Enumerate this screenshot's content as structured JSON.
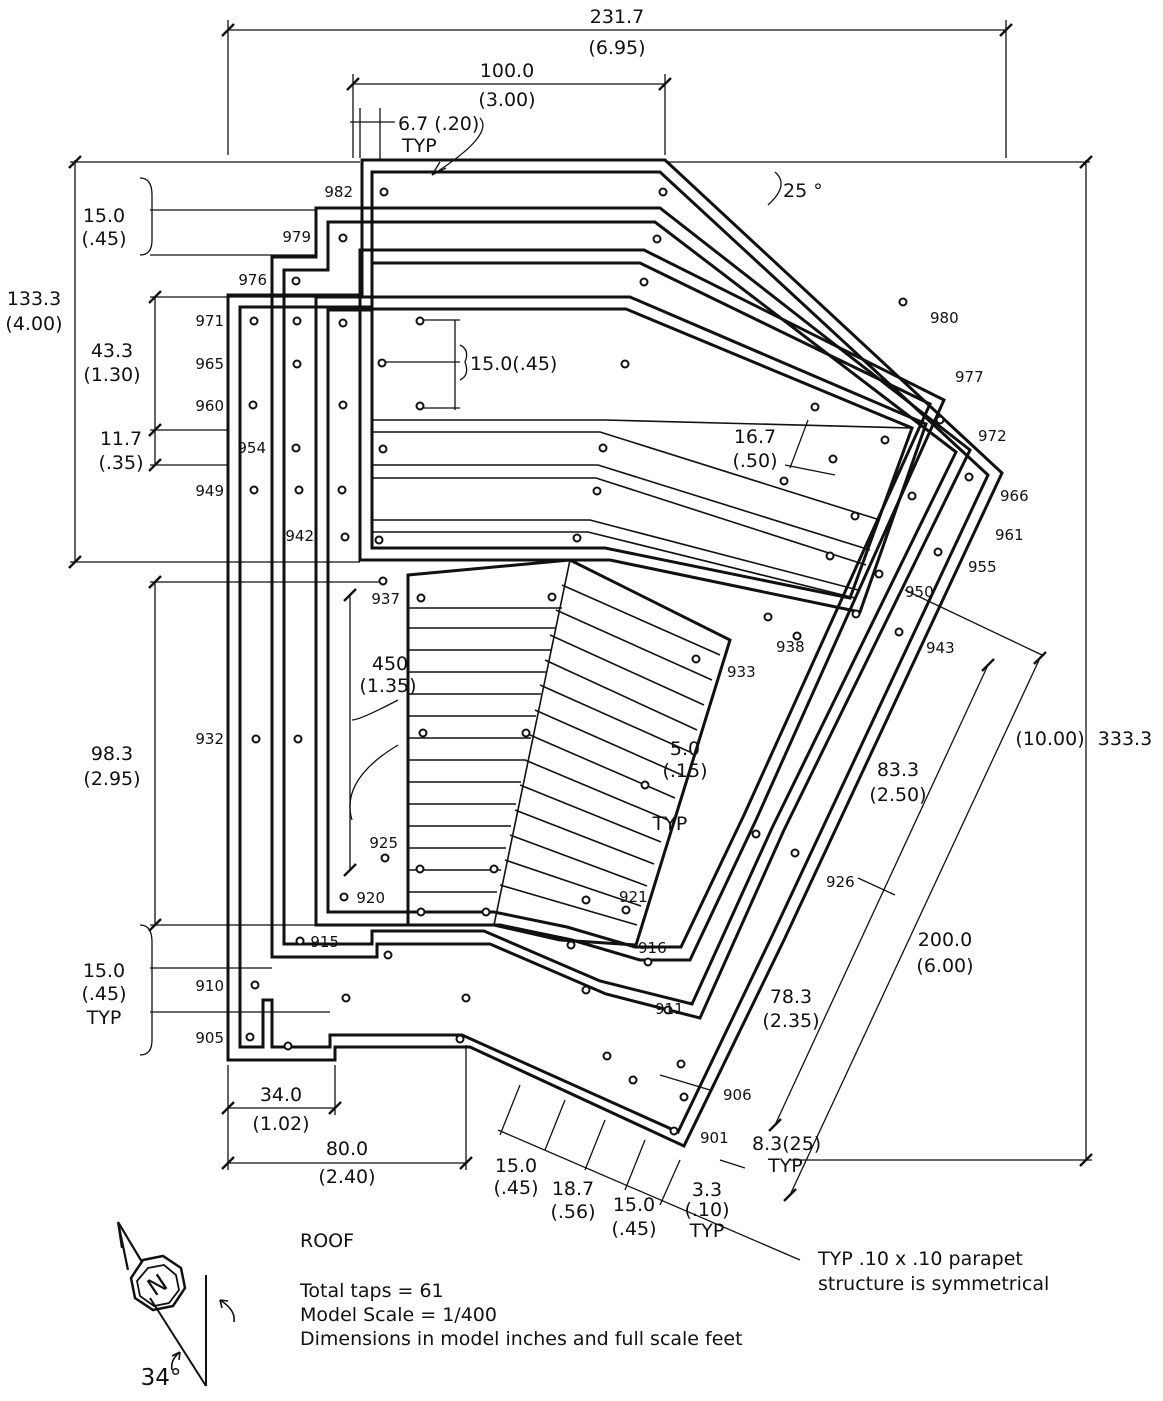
{
  "dimensions": {
    "top_width": [
      "231.7",
      "(6.95)"
    ],
    "top_inner": [
      "100.0",
      "(3.00)"
    ],
    "typ_small": [
      "6.7 (.20)",
      "TYP"
    ],
    "angle_top": "25 °",
    "left_15": [
      "15.0",
      "(.45)"
    ],
    "left_133": [
      "133.3",
      "(4.00)"
    ],
    "left_43": [
      "43.3",
      "(1.30)"
    ],
    "left_11": [
      "11.7",
      "(.35)"
    ],
    "center_15": "15.0(.45)",
    "dim_16": [
      "16.7",
      "(.50)"
    ],
    "left_98": [
      "98.3",
      "(2.95)"
    ],
    "dim_450": [
      "450",
      "(1.35)"
    ],
    "dim_5": [
      "5.0",
      "(.15)",
      "TYP"
    ],
    "right_10": "(10.00)",
    "right_333": "333.3",
    "right_83": [
      "83.3",
      "(2.50)"
    ],
    "right_200": [
      "200.0",
      "(6.00)"
    ],
    "right_78": [
      "78.3",
      "(2.35)"
    ],
    "left_15_typ": [
      "15.0",
      "(.45)",
      "TYP"
    ],
    "bottom_34": [
      "34.0",
      "(1.02)"
    ],
    "bottom_80": [
      "80.0",
      "(2.40)"
    ],
    "bot_15a": [
      "15.0",
      "(.45)"
    ],
    "bot_18": [
      "18.7",
      "(.56)"
    ],
    "bot_15b": [
      "15.0",
      "(.45)"
    ],
    "bot_3": [
      "3.3",
      "(.10)",
      "TYP"
    ],
    "bot_8": [
      "8.3(25)",
      "TYP"
    ]
  },
  "taps": {
    "t982": "982",
    "t979": "979",
    "t976": "976",
    "t971": "971",
    "t965": "965",
    "t960": "960",
    "t954": "954",
    "t949": "949",
    "t942": "942",
    "t937": "937",
    "t932": "932",
    "t925": "925",
    "t920": "920",
    "t915": "915",
    "t910": "910",
    "t905": "905",
    "t980": "980",
    "t977": "977",
    "t972": "972",
    "t966": "966",
    "t961": "961",
    "t955": "955",
    "t950": "950",
    "t943": "943",
    "t938": "938",
    "t933": "933",
    "t926": "926",
    "t921": "921",
    "t916": "916",
    "t911": "911",
    "t906": "906",
    "t901": "901"
  },
  "notes": {
    "roof": "ROOF",
    "total_taps": "Total taps = 61",
    "scale": "Model Scale = 1/400",
    "units": "Dimensions in model inches and full scale feet",
    "parapet": "TYP .10 x .10 parapet",
    "symmetric": "structure is symmetrical",
    "north_angle": "34°",
    "north_letter": "N"
  }
}
